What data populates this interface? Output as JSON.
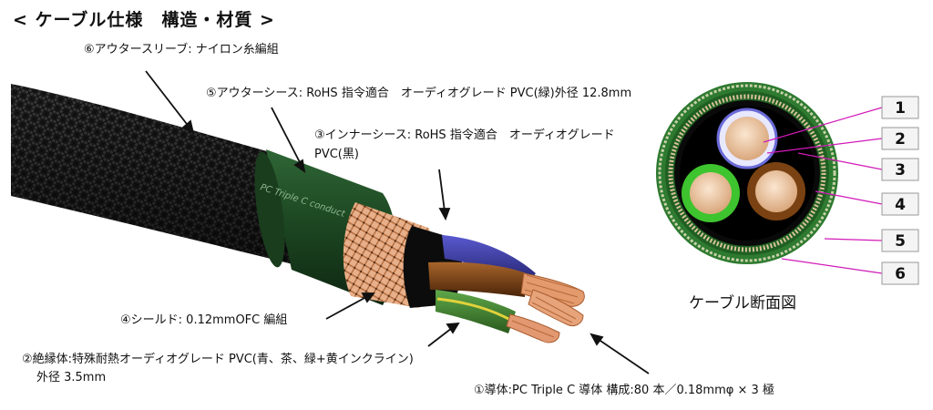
{
  "title": "< ケーブル仕様　構造・材質 >",
  "labels": {
    "outer_sleeve": "⑥アウタースリーブ: ナイロン糸編組",
    "outer_sheath": "⑤アウターシース: RoHS 指令適合　オーディオグレード PVC(緑)外径 12.8mm",
    "inner_sheath_1": "③インナーシース: RoHS 指令適合　オーディオグレード",
    "inner_sheath_2": "PVC(黒)",
    "shield": "④シールド:  0.12mmOFC 編組",
    "insulator_1": "②絶縁体:特殊耐熱オーディオグレード PVC(青、茶、緑+黄インクライン)",
    "insulator_2": "外径 3.5mm",
    "conductor": "①導体:PC Triple C 導体  構成:80 本／0.18mmφ × 3 極"
  },
  "cable_print": "PC Triple C conduct",
  "cross_section": {
    "caption": "ケーブル断面図",
    "numbers": [
      "1",
      "2",
      "3",
      "4",
      "5",
      "6"
    ]
  },
  "colors": {
    "outer_green": "#1f4a22",
    "bright_green": "#3ec42e",
    "brown": "#8a4a12",
    "blue": "#3a3aa0",
    "copper": "#d9926a",
    "leader_line": "#d11ab8"
  }
}
